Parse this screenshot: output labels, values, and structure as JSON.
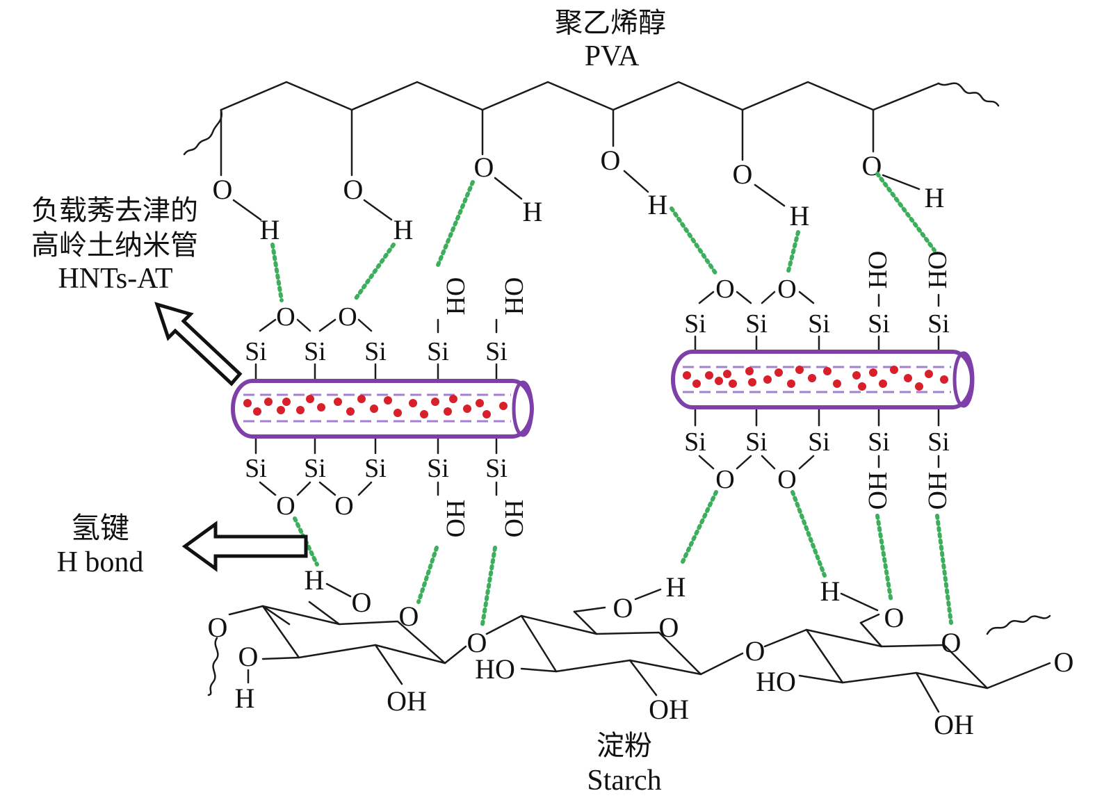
{
  "pva": {
    "cn": "聚乙烯醇",
    "en": "PVA"
  },
  "hnts": {
    "cn_line1": "负载莠去津的",
    "cn_line2": "高岭土纳米管",
    "en": "HNTs-AT"
  },
  "hbond": {
    "cn": "氢键",
    "en": "H bond"
  },
  "starch": {
    "cn": "淀粉",
    "en": "Starch"
  },
  "atoms": {
    "O": "O",
    "H": "H",
    "Si": "Si",
    "OH": "OH",
    "HO": "HO"
  },
  "colors": {
    "hydrogen_bond": "#3cae5c",
    "tube_outline": "#7d3fa8",
    "tube_dash": "#a57fd1",
    "atrazine_dots": "#d8202a",
    "bonds": "#1a1a1a"
  }
}
